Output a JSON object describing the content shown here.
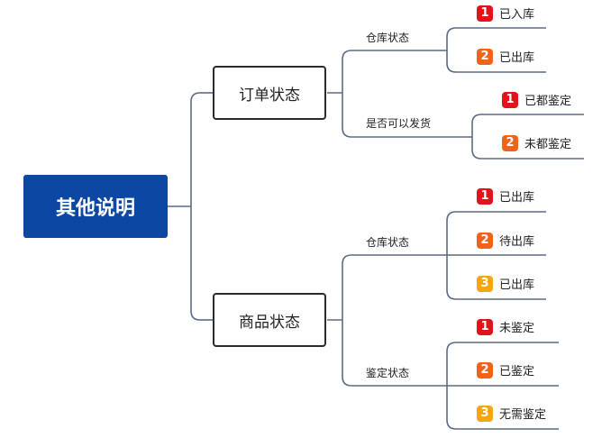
{
  "root": {
    "label": "其他说明"
  },
  "branches": [
    {
      "label": "订单状态",
      "groups": [
        {
          "label": "仓库状态",
          "items": [
            {
              "num": "1",
              "label": "已入库"
            },
            {
              "num": "2",
              "label": "已出库"
            }
          ]
        },
        {
          "label": "是否可以发货",
          "items": [
            {
              "num": "1",
              "label": "已都鉴定"
            },
            {
              "num": "2",
              "label": "未都鉴定"
            }
          ]
        }
      ]
    },
    {
      "label": "商品状态",
      "groups": [
        {
          "label": "仓库状态",
          "items": [
            {
              "num": "1",
              "label": "已出库"
            },
            {
              "num": "2",
              "label": "待出库"
            },
            {
              "num": "3",
              "label": "已出库"
            }
          ]
        },
        {
          "label": "鉴定状态",
          "items": [
            {
              "num": "1",
              "label": "未鉴定"
            },
            {
              "num": "2",
              "label": "已鉴定"
            },
            {
              "num": "3",
              "label": "无需鉴定"
            }
          ]
        }
      ]
    }
  ],
  "colors": {
    "root_fill": "#0b47a3",
    "connector": "#5b6a85",
    "badge_1": "#e1141c",
    "badge_2": "#f06418",
    "badge_3": "#f3a512"
  }
}
